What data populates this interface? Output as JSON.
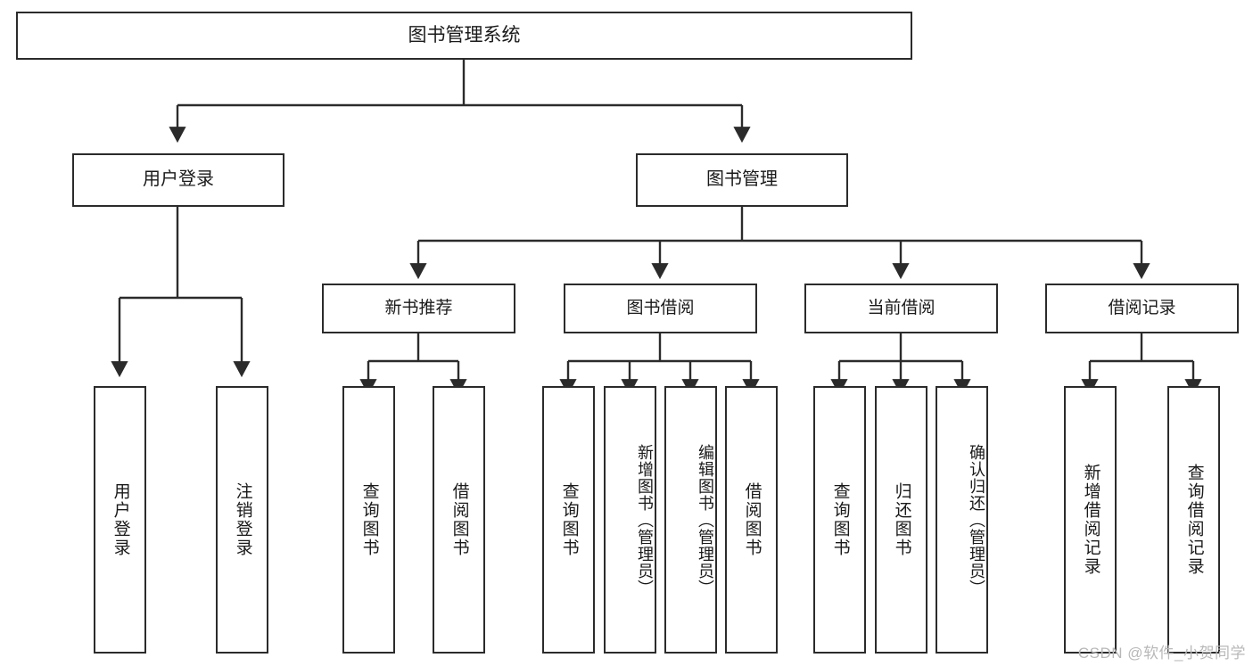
{
  "diagram": {
    "title": "图书管理系统",
    "type": "tree-hierarchy-chart",
    "watermark": "CSDN @软件_小贺同学",
    "colors": {
      "box_border": "#2b2b2b",
      "box_fill": "#ffffff",
      "connector": "#2b2b2b",
      "text": "#1a1a1a",
      "watermark": "#b8b8b8",
      "background": "#ffffff"
    },
    "root": {
      "label": "图书管理系统"
    },
    "level1": [
      {
        "label": "用户登录"
      },
      {
        "label": "图书管理"
      }
    ],
    "level2": [
      {
        "label": "新书推荐"
      },
      {
        "label": "图书借阅"
      },
      {
        "label": "当前借阅"
      },
      {
        "label": "借阅记录"
      }
    ],
    "leaves": {
      "user_login": [
        {
          "label": "用户登录"
        },
        {
          "label": "注销登录"
        }
      ],
      "new_book_recommend": [
        {
          "label": "查询图书"
        },
        {
          "label": "借阅图书"
        }
      ],
      "book_borrow": [
        {
          "label": "查询图书"
        },
        {
          "label": "新增图书（管理员）"
        },
        {
          "label": "编辑图书（管理员）"
        },
        {
          "label": "借阅图书"
        }
      ],
      "current_borrow": [
        {
          "label": "查询图书"
        },
        {
          "label": "归还图书"
        },
        {
          "label": "确认归还（管理员）"
        }
      ],
      "borrow_record": [
        {
          "label": "新增借阅记录"
        },
        {
          "label": "查询借阅记录"
        }
      ]
    }
  }
}
